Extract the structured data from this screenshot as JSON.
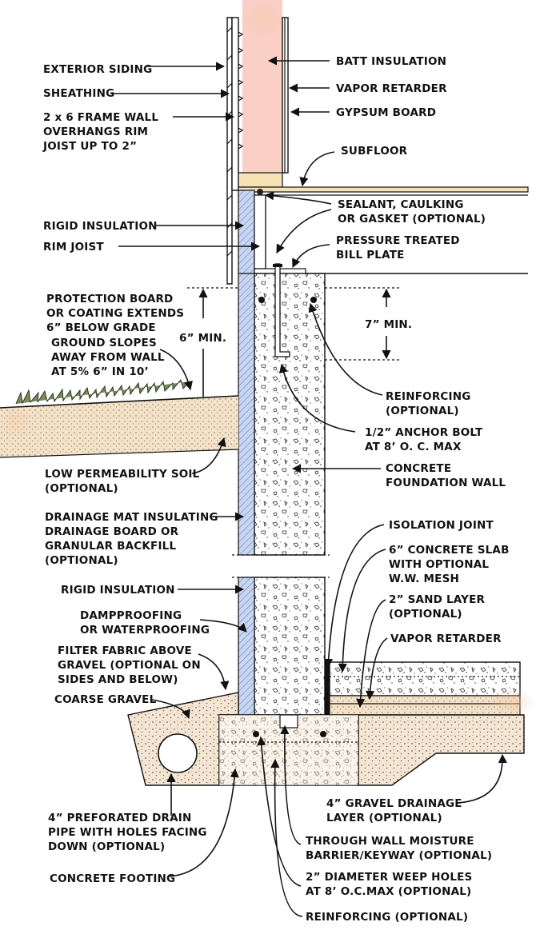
{
  "labels": {
    "exterior_siding": [
      "EXTERIOR SIDING"
    ],
    "sheathing": [
      "SHEATHING"
    ],
    "frame_wall": [
      "2 x 6 FRAME WALL",
      "OVERHANGS RIM",
      "JOIST UP TO 2”"
    ],
    "batt_insulation": [
      "BATT INSULATION"
    ],
    "vapor_retarder_top": [
      "VAPOR RETARDER"
    ],
    "gypsum_board": [
      "GYPSUM BOARD"
    ],
    "subfloor": [
      "SUBFLOOR"
    ],
    "sealant": [
      "SEALANT, CAULKING",
      "OR GASKET (OPTIONAL)"
    ],
    "rigid_insulation_top": [
      "RIGID INSULATION"
    ],
    "rim_joist": [
      "RIM JOIST"
    ],
    "sill_plate": [
      "PRESSURE TREATED",
      "BILL PLATE"
    ],
    "protection_board": [
      "PROTECTION BOARD",
      "OR COATING EXTENDS",
      "6” BELOW GRADE"
    ],
    "six_min": [
      "6” MIN."
    ],
    "seven_min": [
      "7” MIN."
    ],
    "ground_slopes": [
      "GROUND SLOPES",
      "AWAY FROM WALL",
      "AT 5%  6” IN 10’"
    ],
    "reinforcing_top": [
      "REINFORCING",
      "(OPTIONAL)"
    ],
    "anchor_bolt": [
      "1/2” ANCHOR BOLT",
      "AT 8’ O. C. MAX"
    ],
    "low_perm_soil": [
      "LOW PERMEABILITY SOIL",
      "(OPTIONAL)"
    ],
    "concrete_wall": [
      "CONCRETE",
      "FOUNDATION WALL"
    ],
    "drainage_mat": [
      "DRAINAGE MAT INSULATING",
      "DRAINAGE BOARD OR",
      "GRANULAR BACKFILL",
      "(OPTIONAL)"
    ],
    "isolation_joint": [
      "ISOLATION JOINT"
    ],
    "concrete_slab": [
      "6” CONCRETE SLAB",
      "WITH OPTIONAL",
      "W.W. MESH"
    ],
    "sand_layer": [
      "2” SAND LAYER",
      "(OPTIONAL)"
    ],
    "vapor_retarder_bottom": [
      "VAPOR RETARDER"
    ],
    "rigid_insulation_bottom": [
      "RIGID INSULATION"
    ],
    "dampproofing": [
      "DAMPPROOFING",
      "OR WATERPROOFING"
    ],
    "filter_fabric": [
      "FILTER FABRIC ABOVE",
      "GRAVEL (OPTIONAL ON",
      "SIDES AND BELOW)"
    ],
    "coarse_gravel": [
      "COARSE GRAVEL"
    ],
    "gravel_drainage": [
      "4” GRAVEL DRAINAGE",
      "LAYER (OPTIONAL)"
    ],
    "drain_pipe": [
      "4” PREFORATED DRAIN",
      "PIPE WITH HOLES FACING",
      "DOWN (OPTIONAL)"
    ],
    "moisture_barrier": [
      "THROUGH WALL MOISTURE",
      "BARRIER/KEYWAY (OPTIONAL)"
    ],
    "concrete_footing": [
      "CONCRETE FOOTING"
    ],
    "weep_holes": [
      "2” DIAMETER WEEP HOLES",
      "AT 8’ O.C.MAX (OPTIONAL)"
    ],
    "reinforcing_bottom": [
      "REINFORCING (OPTIONAL)"
    ]
  },
  "colors": {
    "insulation_pink": "#f9cfc6",
    "subfloor_tan": "#f6e2b4",
    "soil_tan": "#f3e1c8",
    "gravel_tan": "#f4e6d2",
    "rigid_blue": "#c9d6f2",
    "concrete": "#ffffff",
    "ink": "#111111"
  }
}
